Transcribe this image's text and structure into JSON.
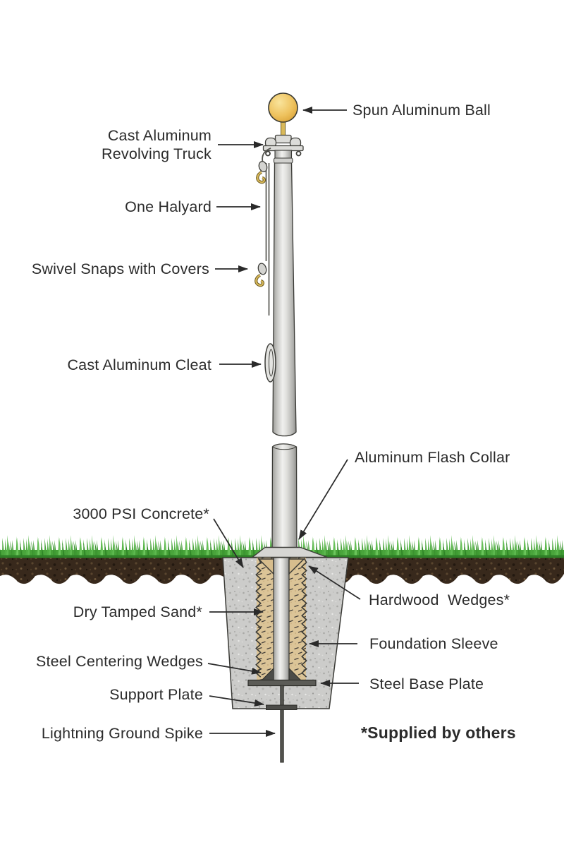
{
  "figure": {
    "subject": "flagpole-installation-cross-section"
  },
  "labels": {
    "left": [
      {
        "id": "cast-aluminum-revolving-truck",
        "text": "Cast Aluminum Revolving Truck"
      },
      {
        "id": "one-halyard",
        "text": "One Halyard"
      },
      {
        "id": "swivel-snaps-with-covers",
        "text": "Swivel Snaps with Covers"
      },
      {
        "id": "cast-aluminum-cleat",
        "text": "Cast Aluminum Cleat"
      },
      {
        "id": "concrete-3000-psi",
        "text": "3000 PSI Concrete*"
      },
      {
        "id": "dry-tamped-sand",
        "text": "Dry Tamped Sand*"
      },
      {
        "id": "steel-centering-wedges",
        "text": "Steel Centering Wedges"
      },
      {
        "id": "support-plate",
        "text": "Support Plate"
      },
      {
        "id": "lightning-ground-spike",
        "text": "Lightning Ground Spike"
      }
    ],
    "right": [
      {
        "id": "spun-aluminum-ball",
        "text": "Spun Aluminum Ball"
      },
      {
        "id": "aluminum-flash-collar",
        "text": "Aluminum Flash Collar"
      },
      {
        "id": "hardwood-wedges",
        "text": "Hardwood  Wedges*"
      },
      {
        "id": "foundation-sleeve",
        "text": "Foundation Sleeve"
      },
      {
        "id": "steel-base-plate",
        "text": "Steel Base Plate"
      },
      {
        "id": "supplied-by-others",
        "text": "*Supplied by others"
      }
    ]
  },
  "colors": {
    "ball_gold": "#E6B54B",
    "grass_green": "#46A138",
    "soil_brown": "#37291D",
    "concrete_gray": "#CBCBC9",
    "sand_tan": "#D9C295",
    "pole_silver": "#D6D6D3",
    "steel_dark": "#4C4C48",
    "label_text": "#2B2B2B"
  }
}
